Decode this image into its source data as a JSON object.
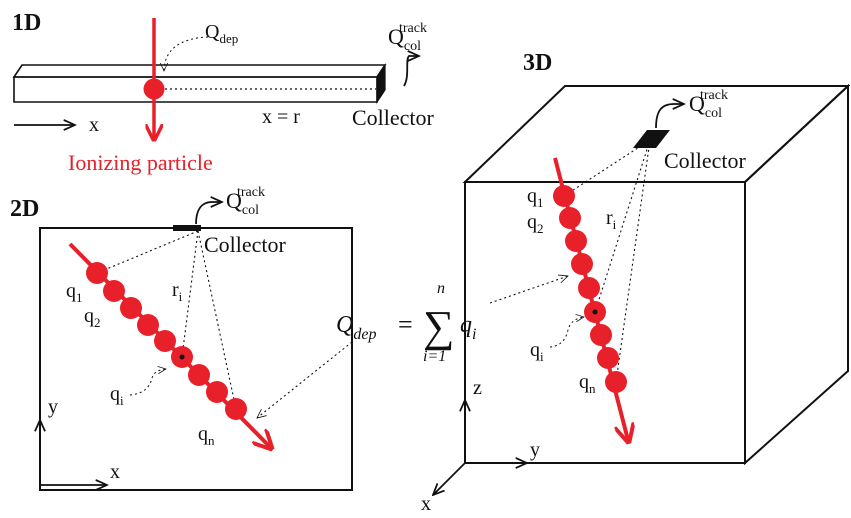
{
  "panels": {
    "one_d": {
      "label": "1D",
      "x_axis": "x",
      "position_label": "x = r",
      "collector": "Collector",
      "q_dep_main": "Q",
      "q_dep_sub": "dep"
    },
    "two_d": {
      "label": "2D",
      "collector": "Collector",
      "r_main": "r",
      "r_sub": "i",
      "x_axis": "x",
      "y_axis": "y",
      "charges": [
        {
          "main": "q",
          "sub": "1"
        },
        {
          "main": "q",
          "sub": "2"
        },
        {
          "main": "q",
          "sub": "i"
        },
        {
          "main": "q",
          "sub": "n"
        }
      ]
    },
    "three_d": {
      "label": "3D",
      "collector": "Collector",
      "r_main": "r",
      "r_sub": "i",
      "x_axis": "x",
      "y_axis": "y",
      "z_axis": "z",
      "charges": [
        {
          "main": "q",
          "sub": "1"
        },
        {
          "main": "q",
          "sub": "2"
        },
        {
          "main": "q",
          "sub": "i"
        },
        {
          "main": "q",
          "sub": "n"
        }
      ]
    }
  },
  "particle_label": "Ionizing particle",
  "q_col": {
    "main": "Q",
    "sub": "col",
    "sup": "track"
  },
  "equation": {
    "lhs_main": "Q",
    "lhs_sub": "dep",
    "equals": "=",
    "sum": "∑",
    "upper": "n",
    "lower": "i=1",
    "term_main": "q",
    "term_sub": "i"
  },
  "colors": {
    "particle": "#e8202a",
    "line": "#111111",
    "collector": "#111111"
  }
}
